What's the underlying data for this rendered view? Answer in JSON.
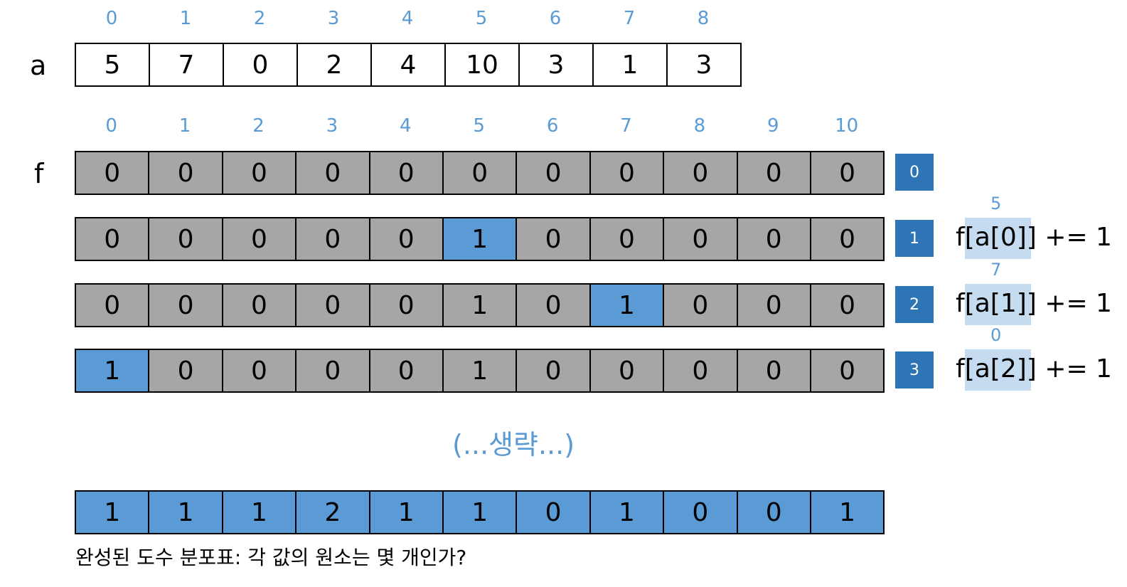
{
  "array_a": {
    "label": "a",
    "indices": [
      "0",
      "1",
      "2",
      "3",
      "4",
      "5",
      "6",
      "7",
      "8"
    ],
    "values": [
      "5",
      "7",
      "0",
      "2",
      "4",
      "10",
      "3",
      "1",
      "3"
    ]
  },
  "array_f": {
    "label": "f",
    "indices": [
      "0",
      "1",
      "2",
      "3",
      "4",
      "5",
      "6",
      "7",
      "8",
      "9",
      "10"
    ]
  },
  "steps": [
    {
      "badge": "0",
      "cells": [
        "0",
        "0",
        "0",
        "0",
        "0",
        "0",
        "0",
        "0",
        "0",
        "0",
        "0"
      ],
      "highlight": -1
    },
    {
      "badge": "1",
      "cells": [
        "0",
        "0",
        "0",
        "0",
        "0",
        "1",
        "0",
        "0",
        "0",
        "0",
        "0"
      ],
      "highlight": 5,
      "expr_pre": "f",
      "expr_mid": "[a[0]]",
      "expr_post": " += 1",
      "hint": "5"
    },
    {
      "badge": "2",
      "cells": [
        "0",
        "0",
        "0",
        "0",
        "0",
        "1",
        "0",
        "1",
        "0",
        "0",
        "0"
      ],
      "highlight": 7,
      "expr_pre": "f",
      "expr_mid": "[a[1]]",
      "expr_post": " += 1",
      "hint": "7"
    },
    {
      "badge": "3",
      "cells": [
        "1",
        "0",
        "0",
        "0",
        "0",
        "1",
        "0",
        "0",
        "0",
        "0",
        "0"
      ],
      "highlight": 0,
      "expr_pre": "f",
      "expr_mid": "[a[2]]",
      "expr_post": " += 1",
      "hint": "0"
    }
  ],
  "omitted_text": "(...생략...)",
  "final": {
    "cells": [
      "1",
      "1",
      "1",
      "2",
      "1",
      "1",
      "0",
      "1",
      "0",
      "0",
      "1"
    ]
  },
  "caption": "완성된 도수 분포표: 각 값의 원소는 몇 개인가?",
  "colors": {
    "index_blue": "#5b9bd5",
    "cell_gray": "#a6a6a6",
    "cell_blue": "#5b9bd5",
    "badge_blue": "#2e75b6",
    "hint_bg": "#c5dcf0"
  }
}
